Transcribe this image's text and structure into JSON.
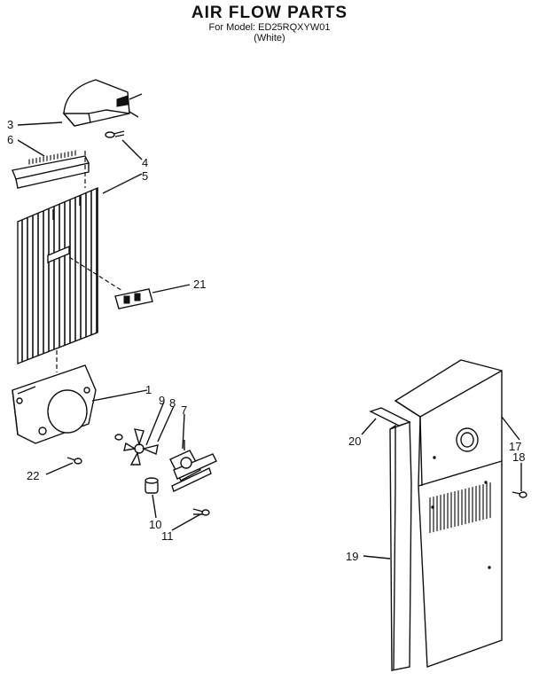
{
  "header": {
    "title": "AIR FLOW PARTS",
    "model": "For Model: ED25RQXYW01",
    "color": "(White)"
  },
  "callouts": {
    "c1": "1",
    "c3": "3",
    "c4": "4",
    "c5": "5",
    "c6": "6",
    "c7": "7",
    "c8": "8",
    "c9": "9",
    "c10": "10",
    "c11": "11",
    "c17": "17",
    "c18": "18",
    "c19": "19",
    "c20": "20",
    "c21": "21",
    "c22": "22"
  }
}
